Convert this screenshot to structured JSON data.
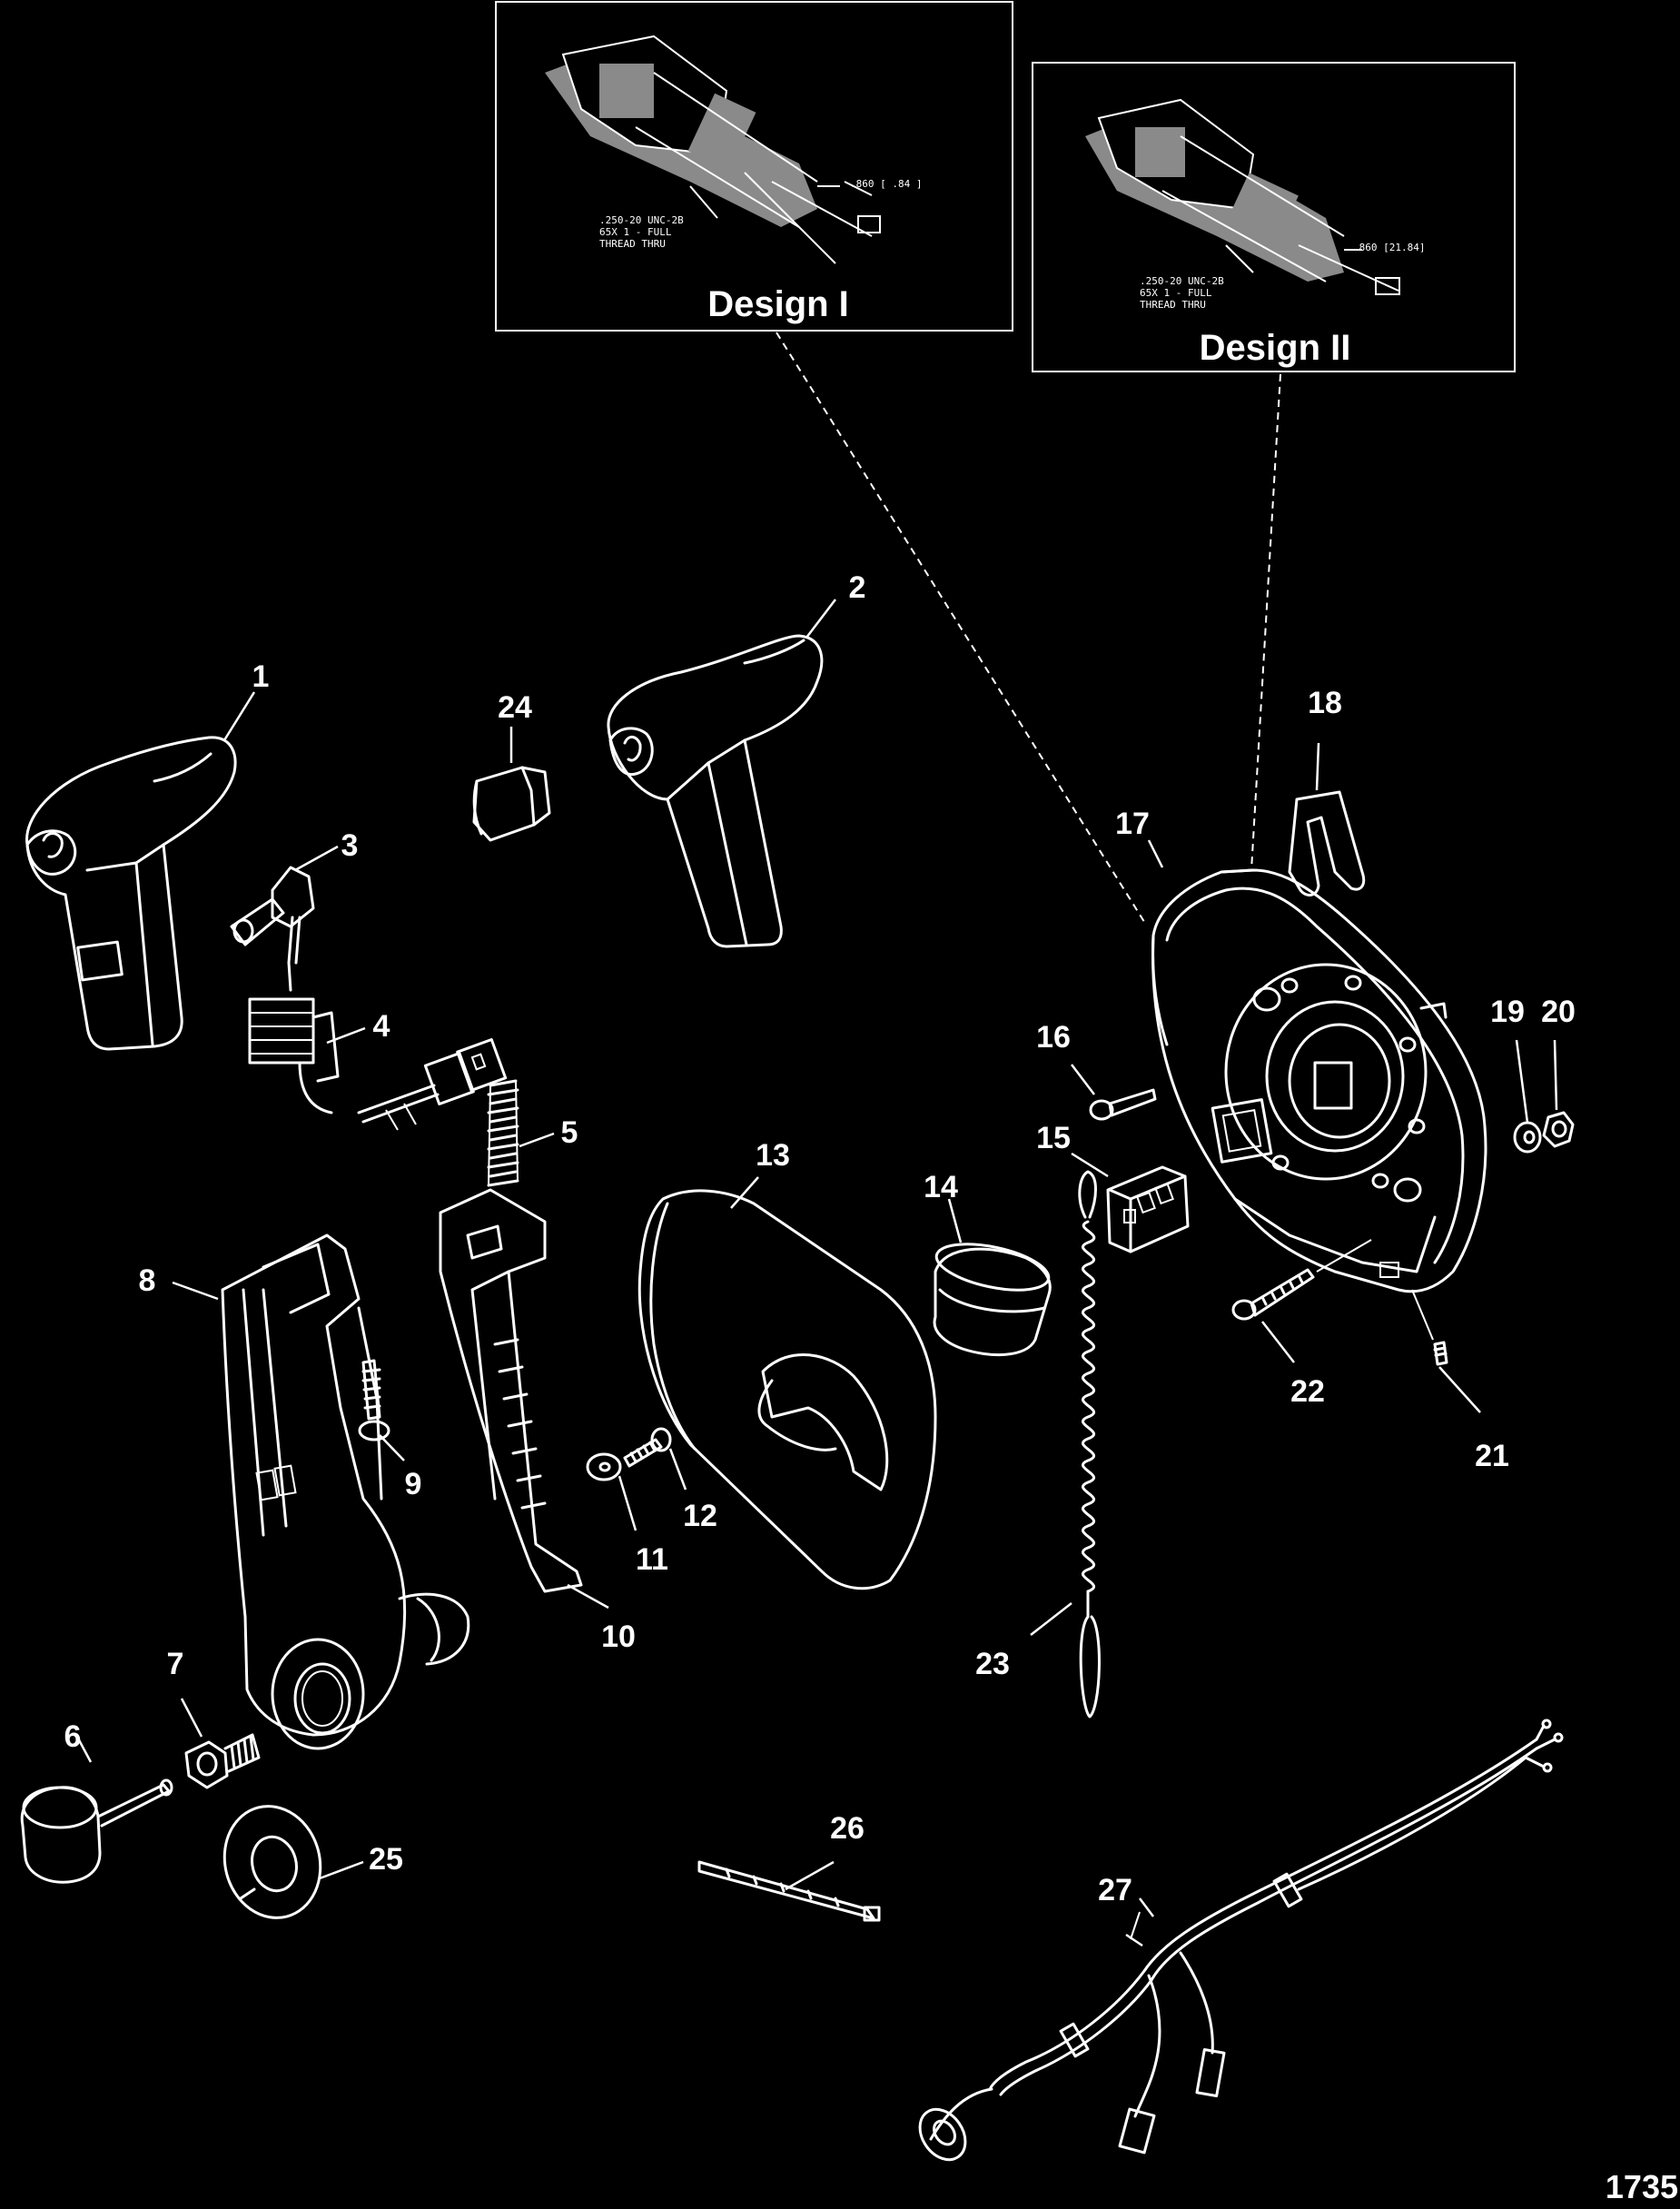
{
  "figure_number": "1735",
  "insets": [
    {
      "title": "Design I",
      "note_1": ".250-20 UNC-2B",
      "note_2": "65X 1 - FULL",
      "note_3": "THREAD THRU",
      "dimension": ".860 [ .84 ]"
    },
    {
      "title": "Design II",
      "note_1": ".250-20 UNC-2B",
      "note_2": "65X 1 - FULL",
      "note_3": "THREAD THRU",
      "dimension": ".860 [21.84]"
    }
  ],
  "callouts": [
    "1",
    "2",
    "3",
    "4",
    "5",
    "6",
    "7",
    "8",
    "9",
    "10",
    "11",
    "12",
    "13",
    "14",
    "15",
    "16",
    "17",
    "18",
    "19",
    "20",
    "21",
    "22",
    "23",
    "24",
    "25",
    "26",
    "27"
  ]
}
